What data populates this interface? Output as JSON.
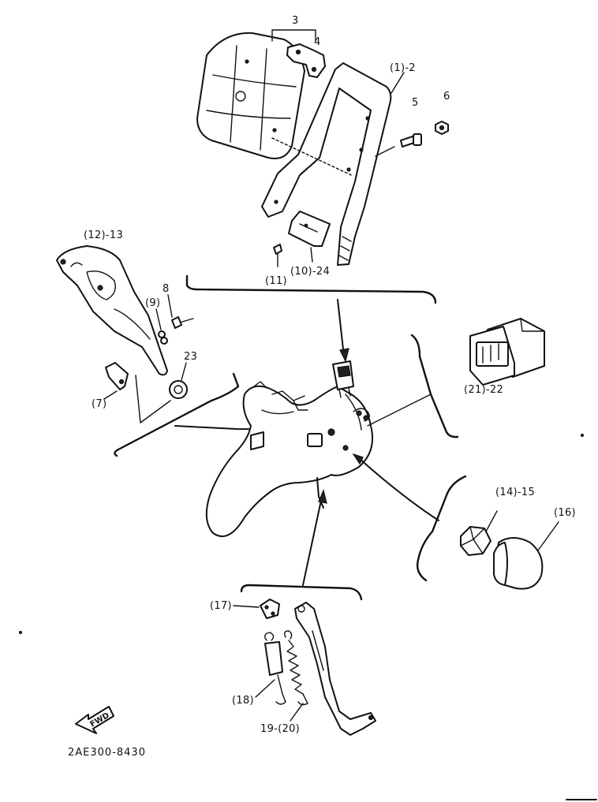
{
  "labels": {
    "l1": "(1)-2",
    "l3": "3",
    "l4": "4",
    "l5": "5",
    "l6": "6",
    "l7": "(7)",
    "l8": "8",
    "l9": "(9)",
    "l10": "(10)-24",
    "l11": "(11)",
    "l12": "(12)-13",
    "l14": "(14)-15",
    "l16": "(16)",
    "l17": "(17)",
    "l18": "(18)",
    "l19": "19-(20)",
    "l21": "(21)-22",
    "l23": "23"
  },
  "forward_arrow": "FWD",
  "diagram_code": "2AE300-8430"
}
